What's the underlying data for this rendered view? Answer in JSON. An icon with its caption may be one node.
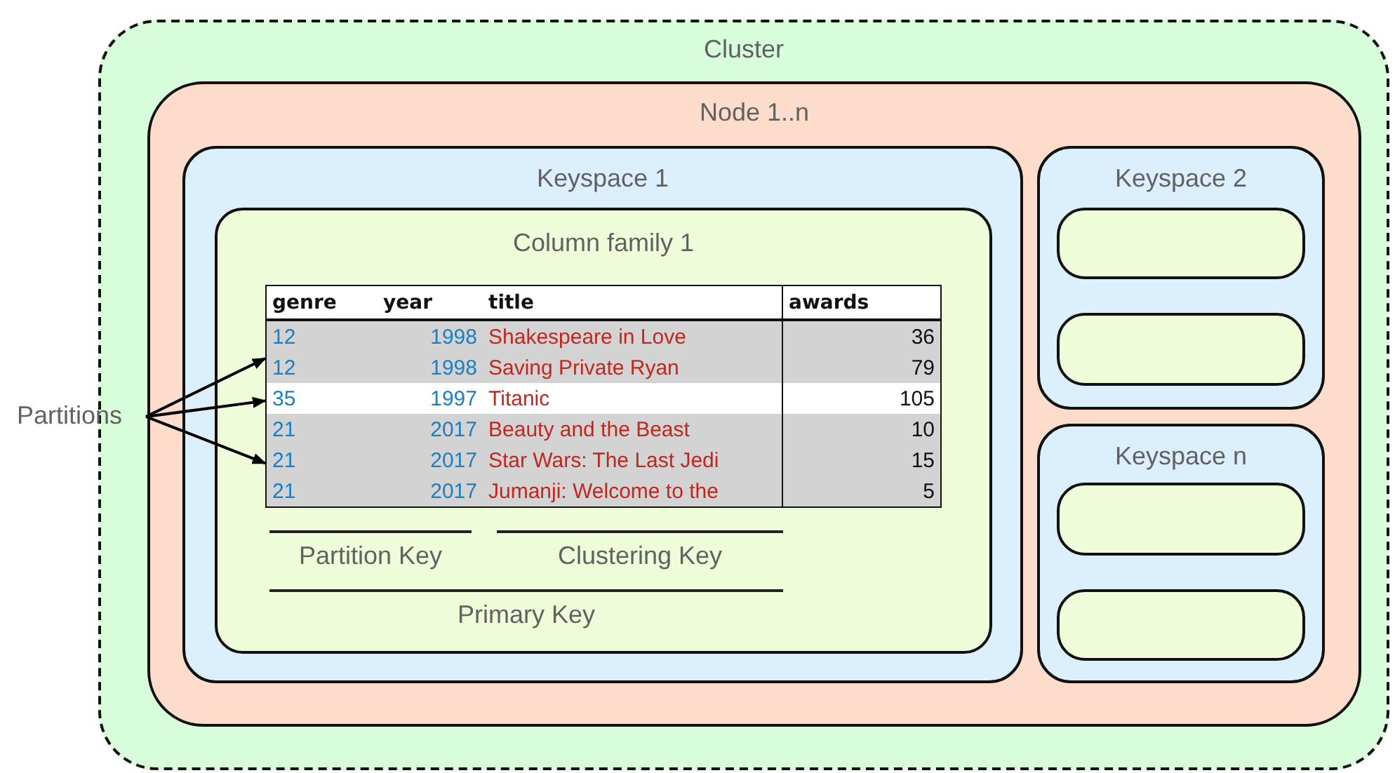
{
  "diagram": {
    "nodes": [
      {
        "text": [
          "Cluster"
        ]
      },
      {
        "text": [
          "Node 1..n"
        ],
        "in": 0
      },
      {
        "text": [
          "Keyspace 1"
        ],
        "in": 1
      },
      {
        "text": [
          "Column family 1"
        ],
        "in": 2
      },
      {
        "text": [
          "Keyspace 2"
        ],
        "in": 1
      },
      {
        "text": [],
        "shape": "box",
        "in": 4
      },
      {
        "text": [],
        "shape": "box",
        "in": 4
      },
      {
        "text": [
          "Keyspace n"
        ],
        "in": 1
      },
      {
        "text": [],
        "shape": "box",
        "in": 7
      },
      {
        "text": [],
        "shape": "box",
        "in": 7
      },
      {
        "text": [
          "Partitions"
        ]
      },
      {
        "text": [],
        "shape": "box",
        "in": 3
      }
    ],
    "edges": [
      {
        "from": 10,
        "to": 11,
        "arrow": "to"
      },
      {
        "from": 10,
        "to": 11,
        "arrow": "to"
      },
      {
        "from": 10,
        "to": 11,
        "arrow": "to"
      }
    ],
    "labels": [
      "genre",
      "year",
      "title",
      "awards",
      "12",
      "1998",
      "Shakespeare in Love",
      "36",
      "12",
      "1998",
      "Saving Private Ryan",
      "79",
      "35",
      "1997",
      "Titanic",
      "105",
      "21",
      "2017",
      "Beauty and the Beast",
      "10",
      "21",
      "2017",
      "Star Wars: The Last Jedi",
      "15",
      "21",
      "2017",
      "Jumanji: Welcome to the",
      "5",
      "Partition Key",
      "Clustering Key",
      "Primary Key"
    ]
  }
}
